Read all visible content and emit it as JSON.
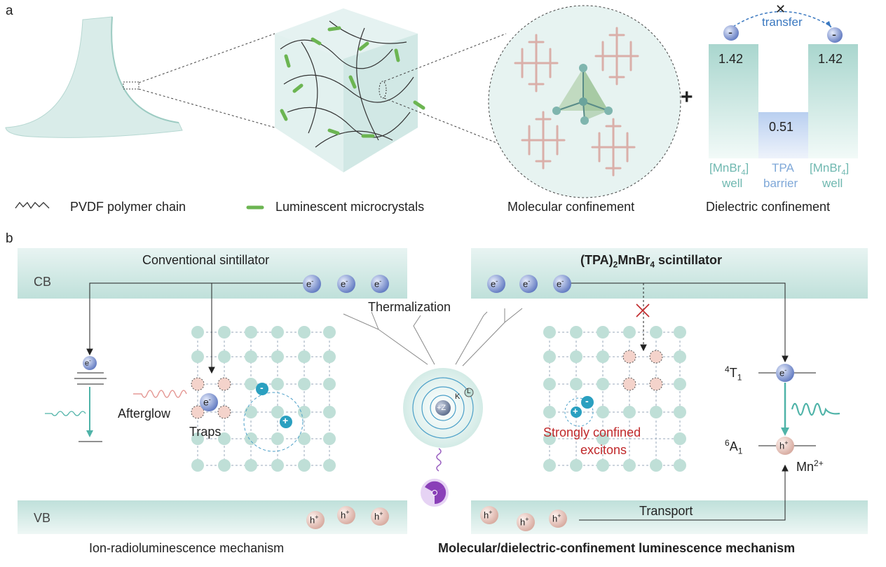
{
  "panel_a": {
    "label": "a",
    "legend": {
      "pvdf": "PVDF polymer chain",
      "microcrystals": "Luminescent microcrystals",
      "molecular": "Molecular confinement",
      "dielectric": "Dielectric confinement"
    },
    "energy": {
      "well_left_value": "1.42",
      "barrier_value": "0.51",
      "well_right_value": "1.42",
      "transfer": "transfer",
      "minus": "-",
      "plus_sign": "+",
      "well_label": "[MnBr",
      "sub4": "4",
      "close_bracket": "]",
      "well_word": "well",
      "tpa": "TPA",
      "barrier_word": "barrier",
      "cross": "✕"
    }
  },
  "panel_b": {
    "label": "b",
    "left": {
      "title": "Conventional sintillator",
      "cb": "CB",
      "vb": "VB",
      "electron": "e",
      "hole": "h",
      "minus_sup": "-",
      "plus_sup": "+",
      "afterglow": "Afterglow",
      "traps": "Traps",
      "caption": "Ion-radioluminescence mechanism"
    },
    "center": {
      "thermalization": "Thermalization",
      "nucleus": "+Z",
      "k": "K",
      "l": "L"
    },
    "right": {
      "title_pre": "(TPA)",
      "title_sub2": "2",
      "title_mid": "MnBr",
      "title_sub4": "4",
      "title_post": " scintillator",
      "excitons_l1": "Strongly confined",
      "excitons_l2": "excitons",
      "transport": "Transport",
      "t1_sup": "4",
      "t1": "T",
      "t1_sub": "1",
      "a1_sup": "6",
      "a1": "A",
      "a1_sub": "1",
      "mn": "Mn",
      "mn_sup": "2+",
      "caption": "Molecular/dielectric-confinement luminescence mechanism"
    }
  },
  "colors": {
    "teal_band": "#cfe6e2",
    "teal_dot": "#bfdfd7",
    "electron_blue": "#6f8fd0",
    "hole_pink": "#e8c4bc",
    "barrier_blue": "#c8d8ef",
    "accent_red": "#c0282a"
  }
}
